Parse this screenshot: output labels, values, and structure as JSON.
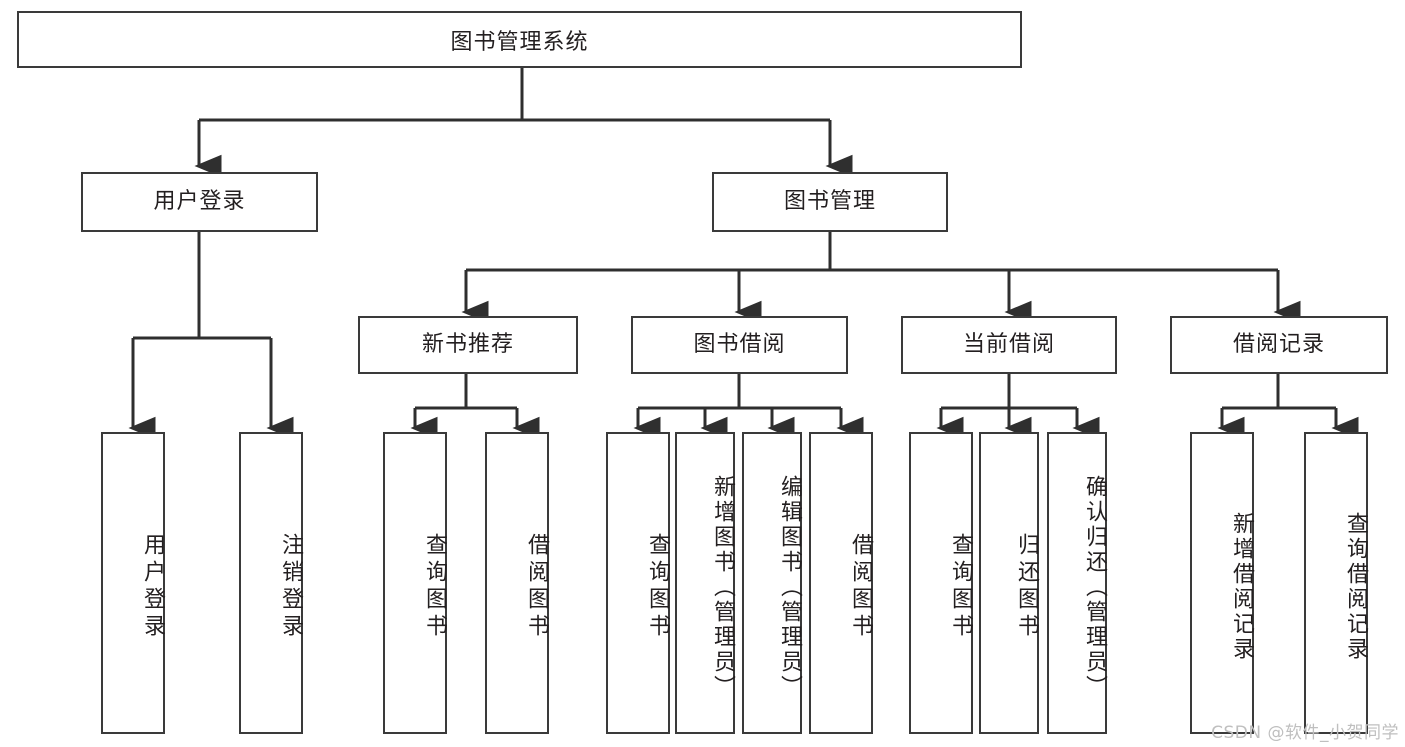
{
  "diagram": {
    "title": "图书管理系统",
    "type": "tree-hierarchy-chart",
    "colors": {
      "box_border": "#3a3a3a",
      "box_fill": "#ffffff",
      "connector": "#2f2f2f",
      "text": "#231f20",
      "watermark": "#bfbfbf"
    },
    "levels": {
      "root": {
        "label": "图书管理系统"
      },
      "level1": [
        {
          "label": "用户登录"
        },
        {
          "label": "图书管理"
        }
      ],
      "level2": [
        {
          "label": "新书推荐"
        },
        {
          "label": "图书借阅"
        },
        {
          "label": "当前借阅"
        },
        {
          "label": "借阅记录"
        }
      ],
      "leaves": {
        "用户登录": [
          {
            "label": "用户登录"
          },
          {
            "label": "注销登录"
          }
        ],
        "新书推荐": [
          {
            "label": "查询图书"
          },
          {
            "label": "借阅图书"
          }
        ],
        "图书借阅": [
          {
            "label": "查询图书"
          },
          {
            "label": "新增图书（管理员）"
          },
          {
            "label": "编辑图书（管理员）"
          },
          {
            "label": "借阅图书"
          }
        ],
        "当前借阅": [
          {
            "label": "查询图书"
          },
          {
            "label": "归还图书"
          },
          {
            "label": "确认归还（管理员）"
          }
        ],
        "借阅记录": [
          {
            "label": "新增借阅记录"
          },
          {
            "label": "查询借阅记录"
          }
        ]
      }
    }
  },
  "nodes": {
    "root": "图书管理系统",
    "n_user_login": "用户登录",
    "n_book_mgmt": "图书管理",
    "n_new_book_rec": "新书推荐",
    "n_book_borrow": "图书借阅",
    "n_current_borrow": "当前借阅",
    "n_borrow_record": "借阅记录",
    "leaf_user_login": "用户登录",
    "leaf_logout": "注销登录",
    "leaf_rec_query": "查询图书",
    "leaf_rec_borrow": "借阅图书",
    "leaf_bb_query": "查询图书",
    "leaf_bb_add": "新增图书（管理员）",
    "leaf_bb_edit": "编辑图书（管理员）",
    "leaf_bb_borrow": "借阅图书",
    "leaf_cb_query": "查询图书",
    "leaf_cb_return": "归还图书",
    "leaf_cb_confirm": "确认归还（管理员）",
    "leaf_br_add": "新增借阅记录",
    "leaf_br_query": "查询借阅记录"
  },
  "watermark": {
    "text": "CSDN @软件_小贺同学"
  }
}
